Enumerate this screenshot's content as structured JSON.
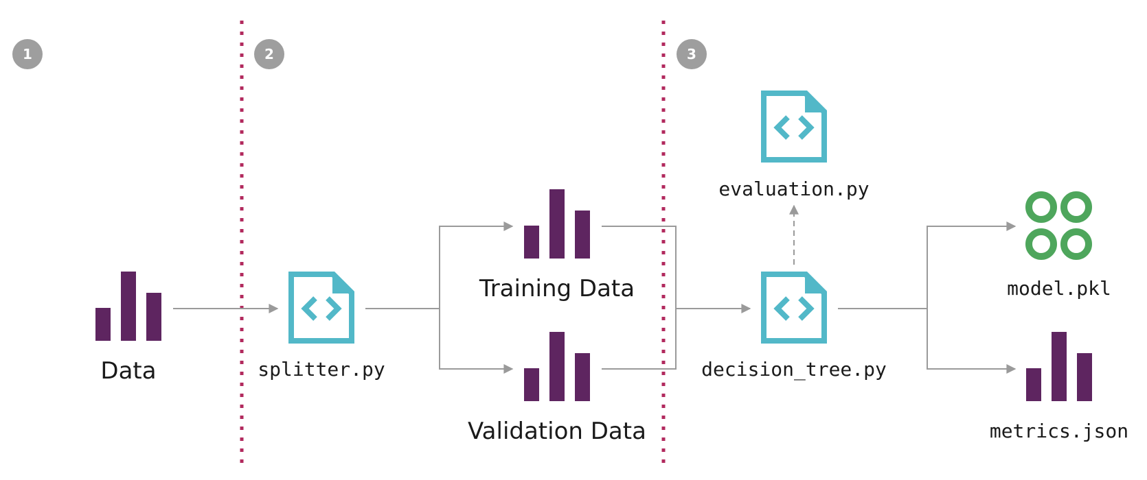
{
  "colors": {
    "data_bar": "#5e2560",
    "script": "#52b8c8",
    "model": "#4ea65c",
    "divider": "#b22a5e",
    "step_badge": "#9e9e9e",
    "connector": "#9a9a9a"
  },
  "steps": [
    {
      "number": "1"
    },
    {
      "number": "2"
    },
    {
      "number": "3"
    }
  ],
  "nodes": {
    "data": {
      "label": "Data",
      "icon": "bar-chart-icon"
    },
    "splitter": {
      "label": "splitter.py",
      "icon": "code-file-icon"
    },
    "training_data": {
      "label": "Training Data",
      "icon": "bar-chart-icon"
    },
    "validation_data": {
      "label": "Validation Data",
      "icon": "bar-chart-icon"
    },
    "evaluation": {
      "label": "evaluation.py",
      "icon": "code-file-icon"
    },
    "decision_tree": {
      "label": "decision_tree.py",
      "icon": "code-file-icon"
    },
    "model": {
      "label": "model.pkl",
      "icon": "model-icon"
    },
    "metrics": {
      "label": "metrics.json",
      "icon": "bar-chart-icon"
    }
  }
}
